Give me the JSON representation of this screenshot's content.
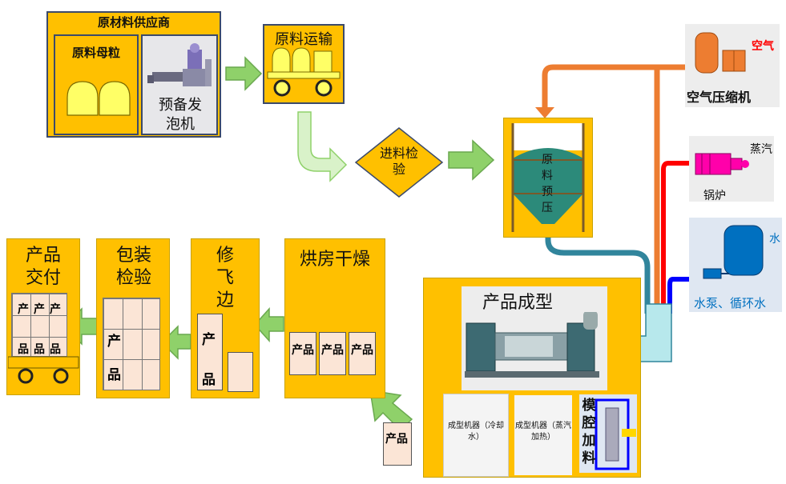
{
  "supplier": {
    "title": "原材料供应商",
    "pellet_label": "原料母粒",
    "prefoam_label": "预备发泡机"
  },
  "transport": {
    "title": "原料运输"
  },
  "inspection": {
    "label": "进料检验"
  },
  "silo": {
    "label": "原料预压"
  },
  "air": {
    "label": "空气压缩机",
    "tag": "空气"
  },
  "boiler": {
    "label": "锅炉",
    "tag": "蒸汽"
  },
  "water": {
    "label": "水泵、循环水",
    "tag": "水"
  },
  "molding": {
    "title": "产品成型",
    "panel1": "成型机器（冷却水）",
    "panel2": "成型机器（蒸汽加热）",
    "panel3": "模腔加料"
  },
  "drying": {
    "title": "烘房干燥"
  },
  "trimming": {
    "title": "修飞边"
  },
  "packing": {
    "title": "包装检验"
  },
  "delivery": {
    "title": "产品交付"
  },
  "product": {
    "word": "产品",
    "char1": "产",
    "char2": "品"
  },
  "colors": {
    "box": "#FFC000",
    "arrow_green": "#8fd16a",
    "pipe_orange": "#ED7D31",
    "pipe_red": "#FF0000",
    "pipe_blue": "#0000FF",
    "pipe_teal": "#31859C"
  }
}
